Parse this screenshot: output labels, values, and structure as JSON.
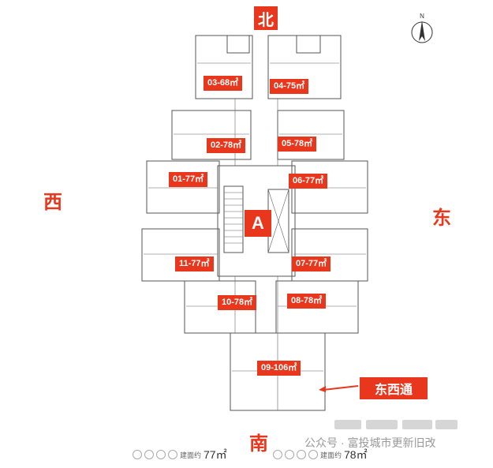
{
  "directions": {
    "north": "北",
    "south": "南",
    "west": "西",
    "east": "东"
  },
  "core_label": "A",
  "units": [
    {
      "label": "03-68㎡"
    },
    {
      "label": "04-75㎡"
    },
    {
      "label": "02-78㎡"
    },
    {
      "label": "05-78㎡"
    },
    {
      "label": "01-77㎡"
    },
    {
      "label": "06-77㎡"
    },
    {
      "label": "11-77㎡"
    },
    {
      "label": "07-77㎡"
    },
    {
      "label": "10-78㎡"
    },
    {
      "label": "08-78㎡"
    },
    {
      "label": "09-106㎡"
    }
  ],
  "callout": "东西通",
  "compass_letter": "N",
  "legend_left": {
    "prefix": "建面约",
    "value": "77㎡"
  },
  "legend_right": {
    "prefix": "建面约",
    "value": "78㎡"
  },
  "watermark": "公众号 · 富投城市更新旧改",
  "colors": {
    "accent": "#e8371c",
    "line": "#333333"
  }
}
